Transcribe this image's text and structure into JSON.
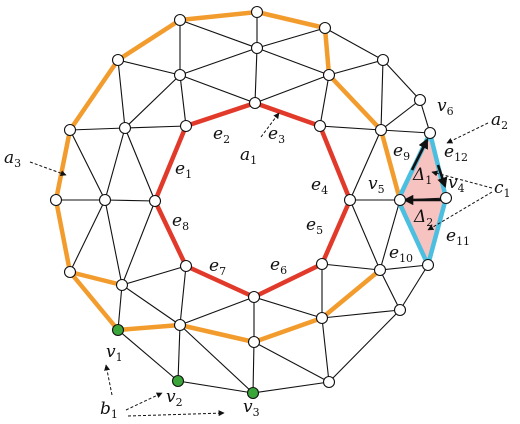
{
  "colors": {
    "edge": "#111111",
    "orange": "#f39c2e",
    "red": "#e23a2a",
    "blue": "#4bbfe0",
    "fill": "#f6c3c1",
    "green": "#3aa63a",
    "node": "#ffffff"
  },
  "labels": [
    {
      "id": "e1",
      "base": "e",
      "sub": "1"
    },
    {
      "id": "e2",
      "base": "e",
      "sub": "2"
    },
    {
      "id": "e3",
      "base": "e",
      "sub": "3"
    },
    {
      "id": "e4",
      "base": "e",
      "sub": "4"
    },
    {
      "id": "e5",
      "base": "e",
      "sub": "5"
    },
    {
      "id": "e6",
      "base": "e",
      "sub": "6"
    },
    {
      "id": "e7",
      "base": "e",
      "sub": "7"
    },
    {
      "id": "e8",
      "base": "e",
      "sub": "8"
    },
    {
      "id": "e9",
      "base": "e",
      "sub": "9"
    },
    {
      "id": "e10",
      "base": "e",
      "sub": "10"
    },
    {
      "id": "e11",
      "base": "e",
      "sub": "11"
    },
    {
      "id": "e12",
      "base": "e",
      "sub": "12"
    },
    {
      "id": "a1",
      "base": "a",
      "sub": "1"
    },
    {
      "id": "a2",
      "base": "a",
      "sub": "2"
    },
    {
      "id": "a3",
      "base": "a",
      "sub": "3"
    },
    {
      "id": "c1",
      "base": "c",
      "sub": "1"
    },
    {
      "id": "b1",
      "base": "b",
      "sub": "1"
    },
    {
      "id": "v1",
      "base": "v",
      "sub": "1"
    },
    {
      "id": "v2",
      "base": "v",
      "sub": "2"
    },
    {
      "id": "v3",
      "base": "v",
      "sub": "3"
    },
    {
      "id": "v4",
      "base": "v",
      "sub": "4"
    },
    {
      "id": "v5",
      "base": "v",
      "sub": "5"
    },
    {
      "id": "v6",
      "base": "v",
      "sub": "6"
    },
    {
      "id": "D1",
      "base": "Δ",
      "sub": "1"
    },
    {
      "id": "D2",
      "base": "Δ",
      "sub": "2"
    }
  ]
}
